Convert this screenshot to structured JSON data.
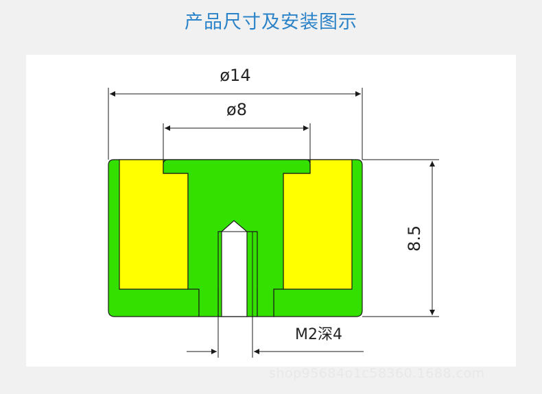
{
  "title": "产品尺寸及安装图示",
  "drawing": {
    "outer_diameter_label": "ø14",
    "inner_diameter_label": "ø8",
    "height_label": "8.5",
    "thread_label": "M2深4",
    "colors": {
      "body": "#33e000",
      "magnet": "#ffff00",
      "hole": "#ffffff",
      "line": "#1a1a1a",
      "title": "#2a82c8"
    }
  },
  "watermark": "shop95684o1c58360.1688.com"
}
